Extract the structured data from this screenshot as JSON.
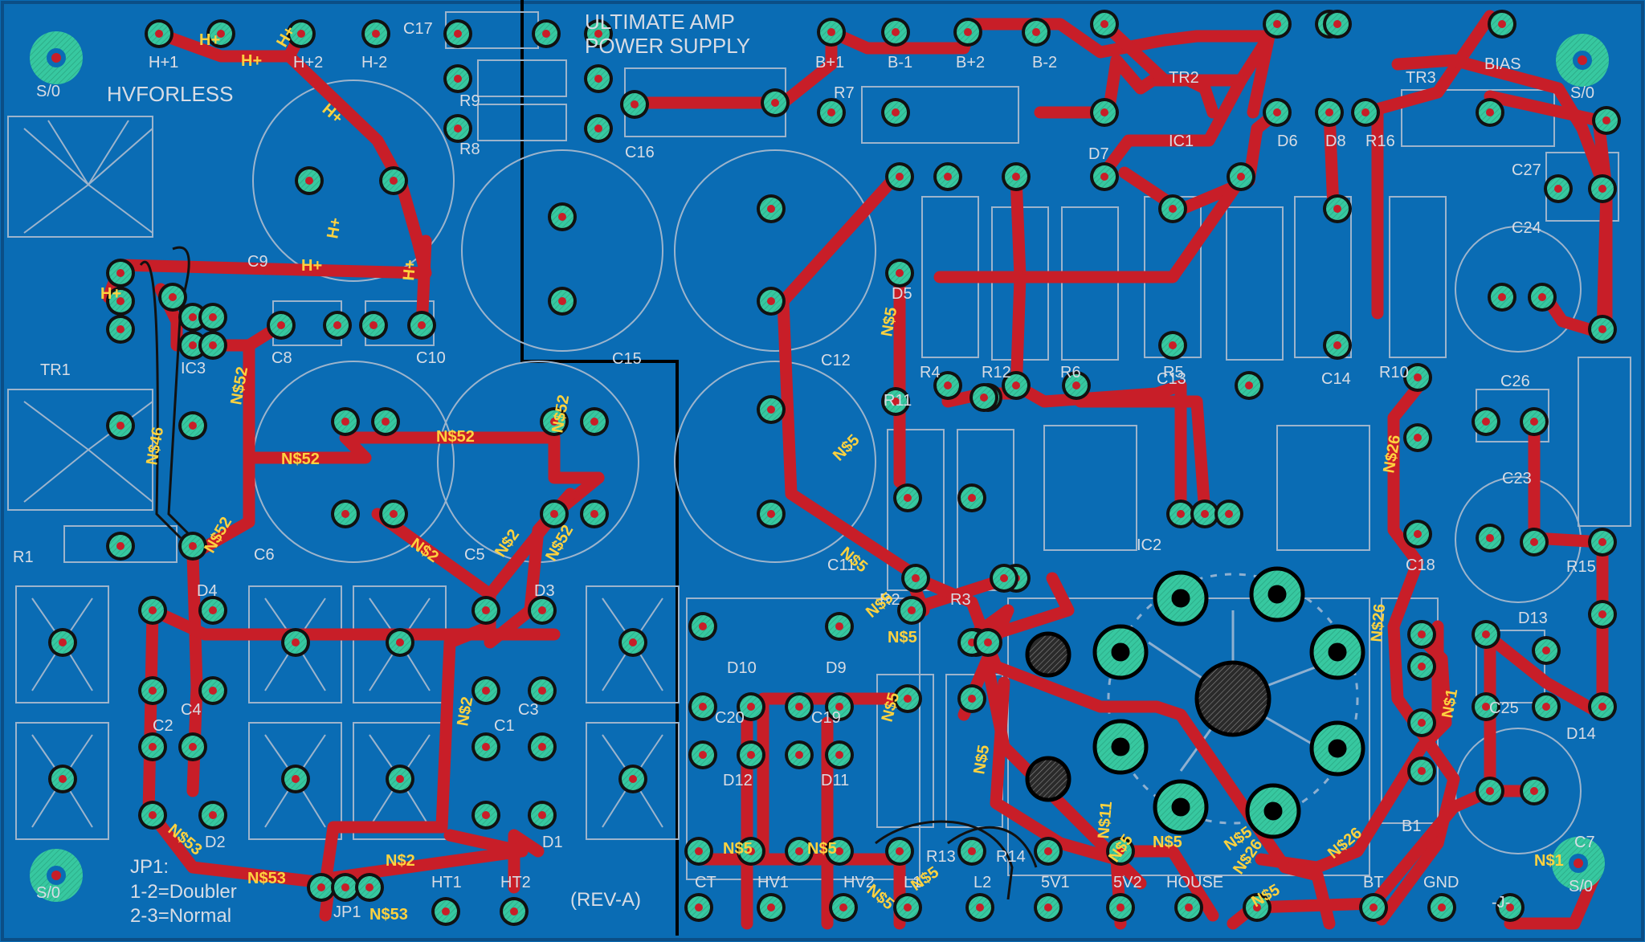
{
  "board": {
    "title_line1": "ULTIMATE AMP",
    "title_line2": "POWER SUPPLY",
    "board_name": "HVFORLESS",
    "revision": "(REV-A)",
    "jumper_title": "JP1:",
    "jumper_line1": "1-2=Doubler",
    "jumper_line2": "2-3=Normal",
    "colors": {
      "board": "#0a6cb4",
      "trace": "#c81e28",
      "pad": "#37c8a0",
      "silk": "#d8dce4",
      "drill": "#0a3c8c"
    }
  },
  "labels": [
    "H+1",
    "H+1",
    "H+2",
    "H-2",
    "C17",
    "B+1",
    "B-1",
    "B+2",
    "B-2",
    "R9",
    "R8",
    "C16",
    "R7",
    "TR2",
    "IC1",
    "D6",
    "D8",
    "D7",
    "TR3",
    "BIAS",
    "R16",
    "S/0",
    "S/0",
    "S/0",
    "S/0",
    "C9",
    "C8",
    "C10",
    "IC3",
    "TR1",
    "C15",
    "C12",
    "C13",
    "C14",
    "C27",
    "C24",
    "R4",
    "R12",
    "R6",
    "R5",
    "R10",
    "C26",
    "C23",
    "C6",
    "C5",
    "C11",
    "IC2",
    "C18",
    "R15",
    "R1",
    "D4",
    "D3",
    "D13",
    "C4",
    "C3",
    "C2",
    "C1",
    "D2",
    "D1",
    "D10",
    "D9",
    "C20",
    "C19",
    "D12",
    "D11",
    "C25",
    "D14",
    "C7",
    "B1",
    "R2",
    "R3",
    "R13",
    "R14",
    "CT",
    "HV1",
    "HV2",
    "L1",
    "L2",
    "5V1",
    "5V2",
    "HOUSE",
    "BT",
    "GND",
    "-J-",
    "HT1",
    "HT2",
    "JP1",
    "D5",
    "R11"
  ],
  "nets": [
    "H+",
    "H+",
    "H+",
    "H+",
    "H+",
    "H+",
    "H+",
    "H+",
    "N$52",
    "N$52",
    "N$52",
    "N$52",
    "N$52",
    "N$52",
    "N$46",
    "N$2",
    "N$2",
    "N$2",
    "N$2",
    "N$53",
    "N$53",
    "N$53",
    "N$5",
    "N$5",
    "N$5",
    "N$5",
    "N$5",
    "N$5",
    "N$5",
    "N$5",
    "N$5",
    "N$5",
    "N$5",
    "N$5",
    "N$5",
    "N$5",
    "N$5",
    "N$26",
    "N$26",
    "N$26",
    "N$26",
    "N$1",
    "N$11",
    "N$1"
  ],
  "icons": {
    "mount_hole": "mounting-hole-icon",
    "heatsink": "heatsink-icon",
    "tube_socket": "tube-socket-icon"
  }
}
